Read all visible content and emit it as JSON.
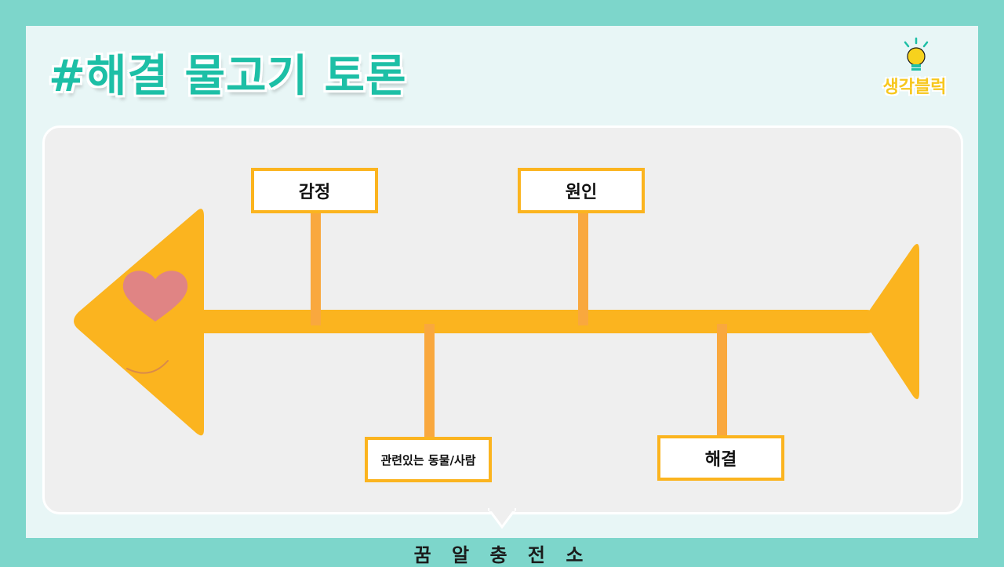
{
  "header": {
    "title": "#해결 물고기 토론"
  },
  "logo": {
    "text": "생각블럭",
    "icon": "lightbulb-icon"
  },
  "diagram": {
    "labels": {
      "top_left": "감정",
      "top_right": "원인",
      "bottom_left": "관련있는 동물/사람",
      "bottom_right": "해결"
    },
    "icons": [
      "fish-head-icon",
      "heart-icon",
      "fish-tail-icon"
    ]
  },
  "footer": {
    "text": "꿈 알 충 전 소"
  },
  "colors": {
    "background": "#7dd6cb",
    "panel": "#e8f6f6",
    "board": "#efefef",
    "title": "#1dbfa6",
    "fish": "#fbb41f",
    "stem": "#f9a83e",
    "heart": "#e08484",
    "logo": "#f7c71d"
  }
}
